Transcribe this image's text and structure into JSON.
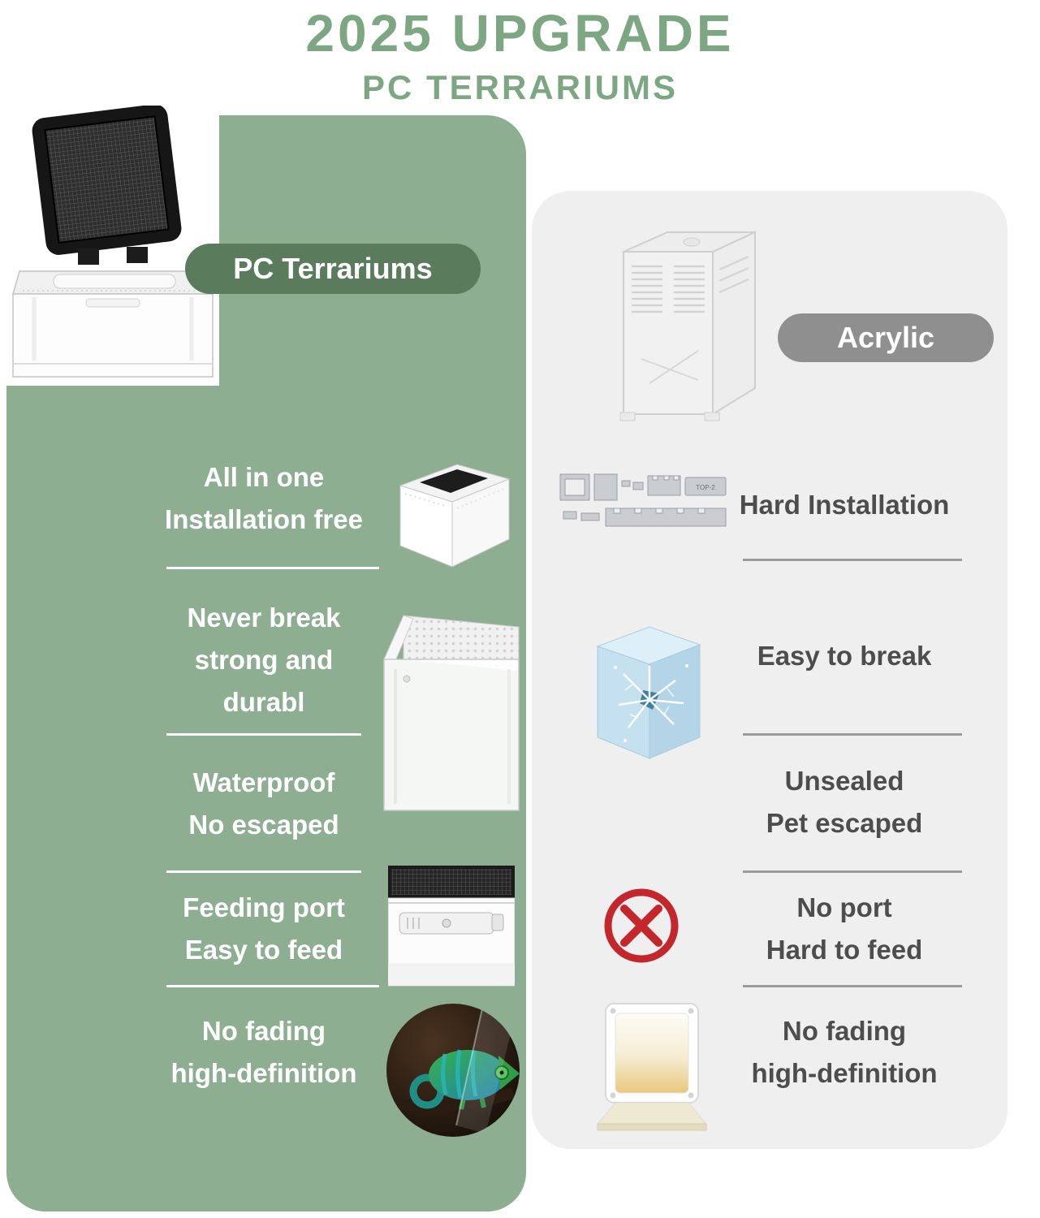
{
  "header": {
    "title": "2025 UPGRADE",
    "subtitle": "PC TERRARIUMS"
  },
  "pc": {
    "badge": "PC Terrariums",
    "features": [
      {
        "lines": [
          "All in one",
          "Installation free"
        ]
      },
      {
        "lines": [
          "Never break",
          "strong and",
          "durabl"
        ]
      },
      {
        "lines": [
          "Waterproof",
          "No escaped"
        ]
      },
      {
        "lines": [
          "Feeding port",
          "Easy to feed"
        ]
      },
      {
        "lines": [
          "No fading",
          "high-definition"
        ]
      }
    ]
  },
  "acrylic": {
    "badge": "Acrylic",
    "part_label": "TOP-2",
    "features": [
      {
        "lines": [
          "Hard Installation"
        ]
      },
      {
        "lines": [
          "Easy to break"
        ]
      },
      {
        "lines": [
          "Unsealed",
          "Pet escaped"
        ]
      },
      {
        "lines": [
          "No port",
          "Hard to feed"
        ]
      },
      {
        "lines": [
          "No fading",
          "high-definition"
        ]
      }
    ]
  },
  "colors": {
    "title_green": "#7da682",
    "panel_green": "#8eae91",
    "badge_green": "#5a7b5c",
    "panel_gray": "#f0efef",
    "badge_gray": "#8f8f8f",
    "text_dark": "#4d4d4d",
    "red_x": "#c3272b"
  }
}
